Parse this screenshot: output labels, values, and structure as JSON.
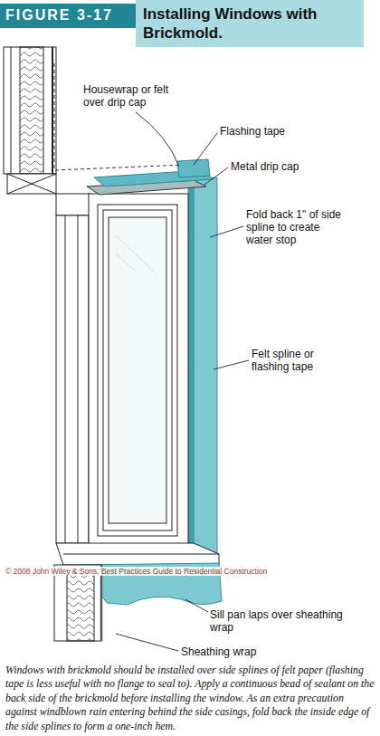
{
  "diagram": {
    "title": "Installing Windows with Brickmold.",
    "caption": "Windows with brickmold should be installed over side splines of felt paper (flashing tape is less useful with no flange to seal to). Apply a continuous bead of sealant on the back side of the brickmold before installing the window. As an extra precaution against windblown rain entering behind the side casings, fold back the inside edge of the side splines to form a one-inch hem.",
    "labels": [
      "FIGURE 3-17",
      "Housewrap or felt over drip cap",
      "Flashing tape",
      "Metal drip cap",
      "Fold back 1\" of side spline to create water stop",
      "Felt spline or flashing tape",
      "Sill pan laps over sheathing wrap",
      "Sheathing wrap",
      "© 2008 John Wiley & Sons, Best Practices Guide to Residential Construction"
    ]
  }
}
